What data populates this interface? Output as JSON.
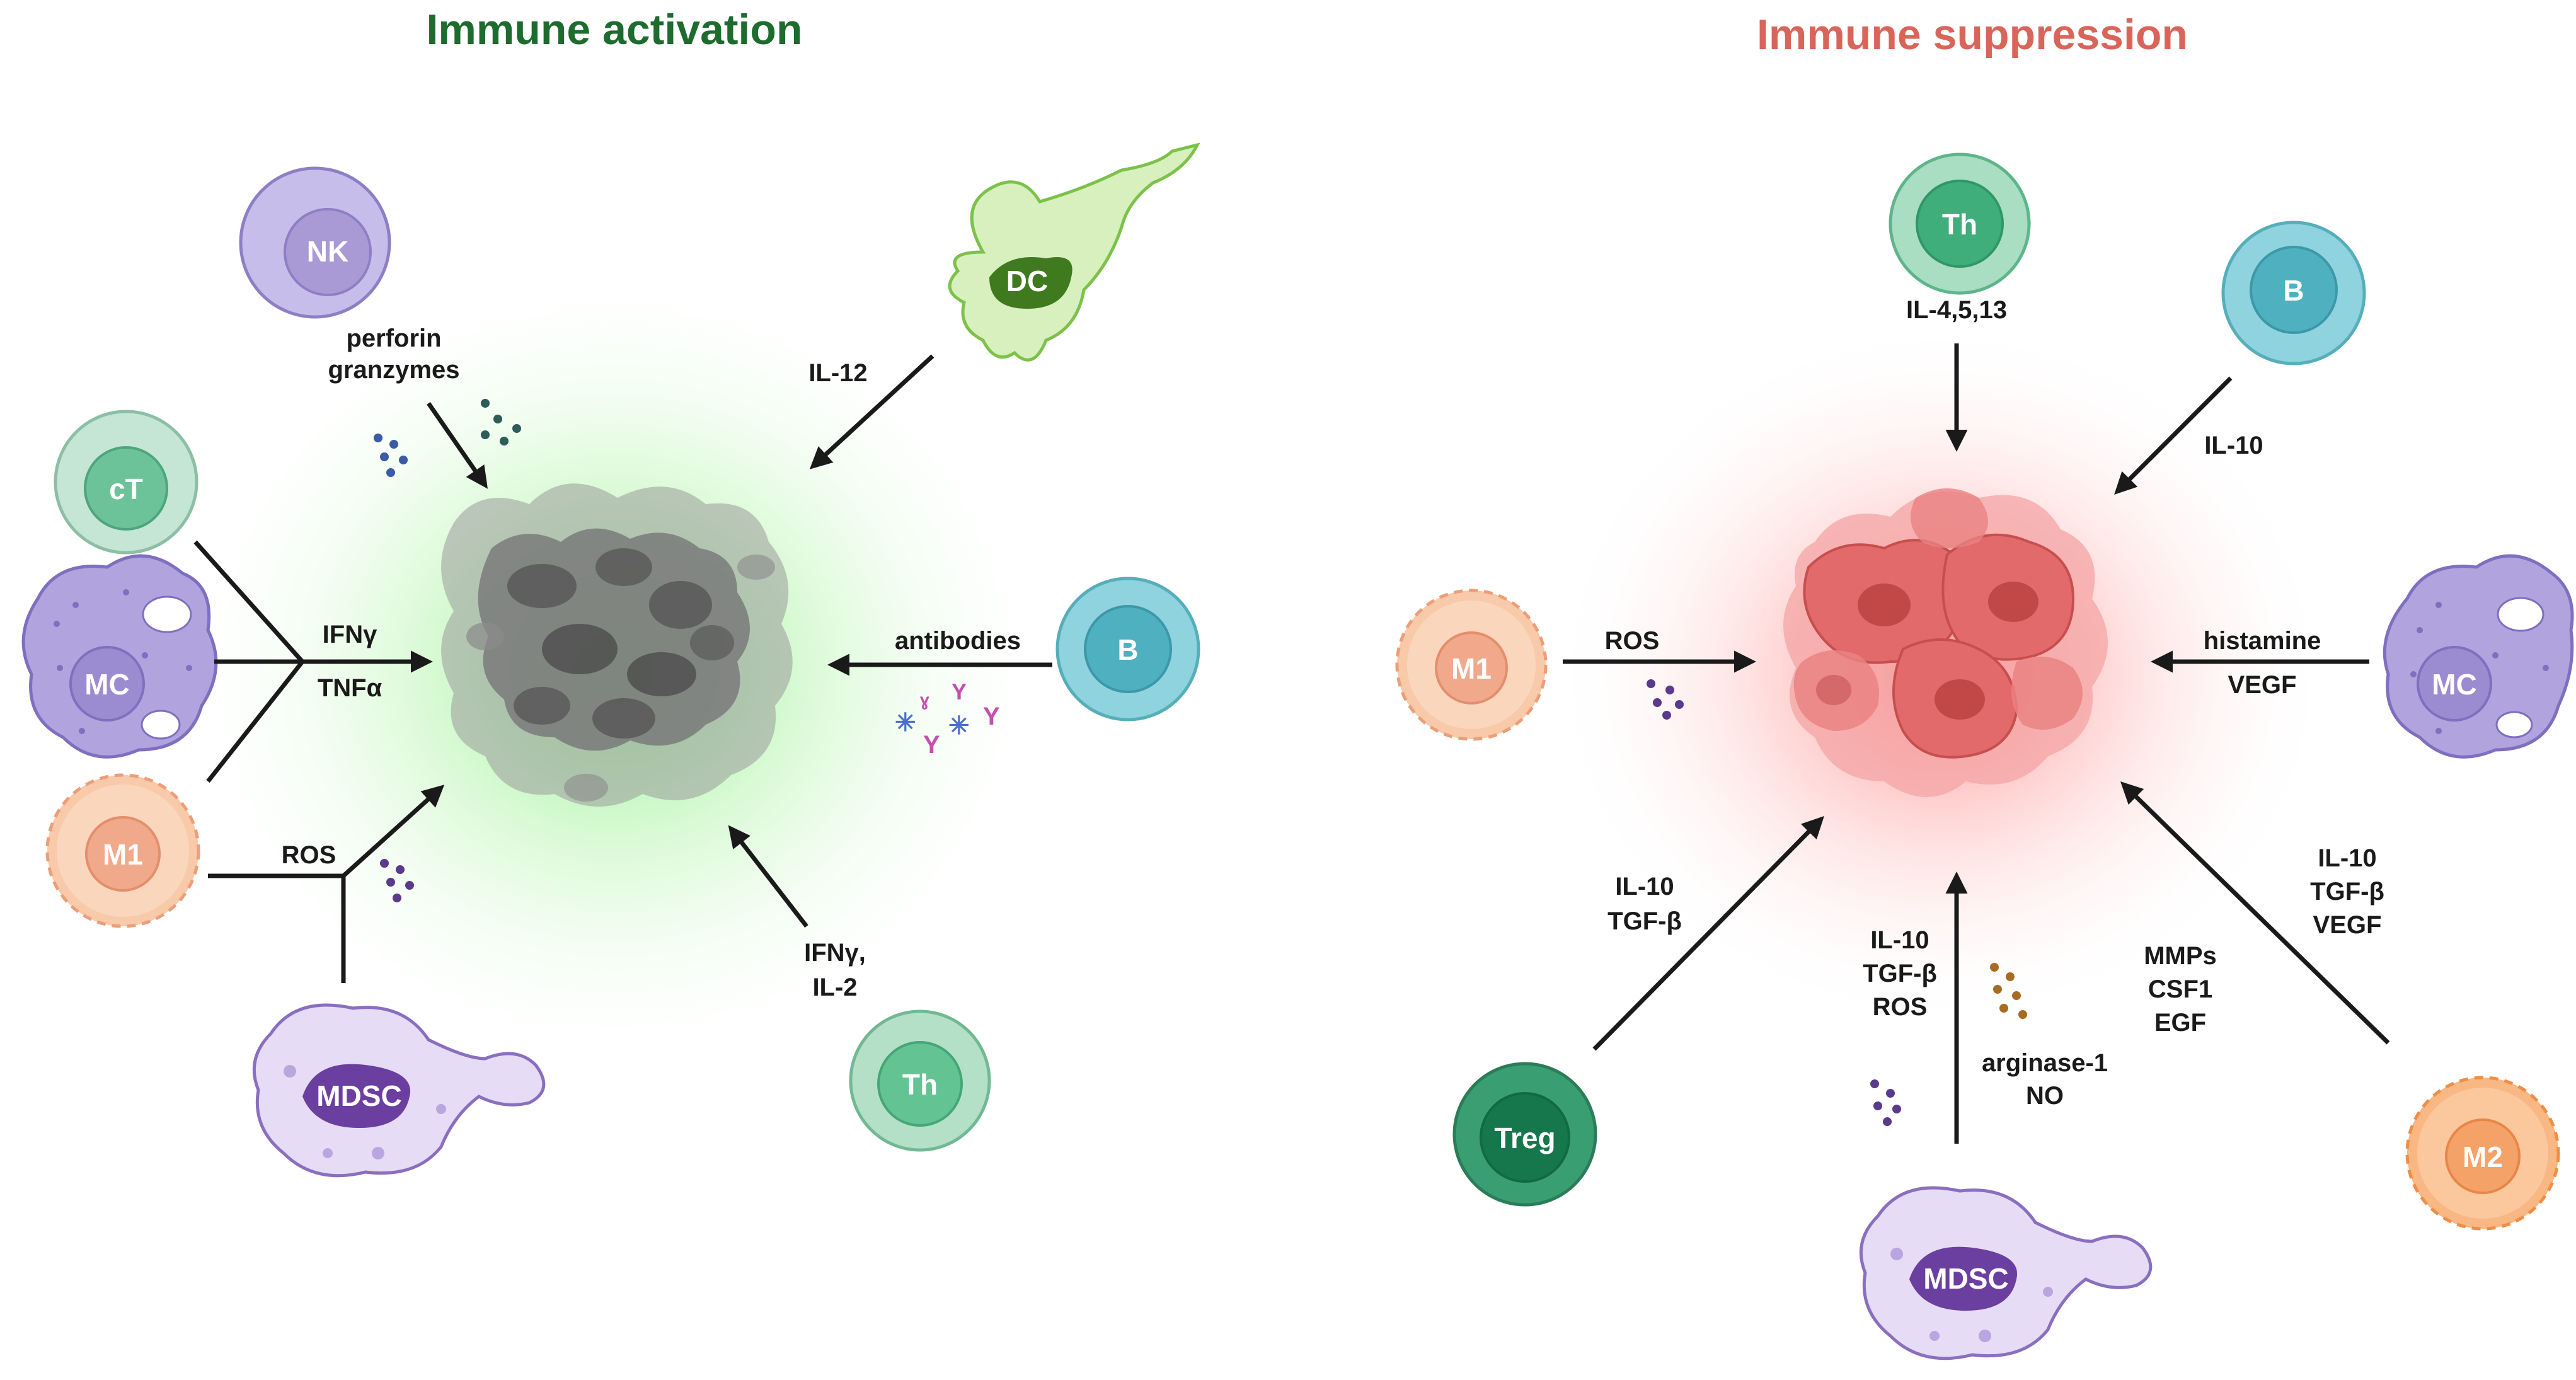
{
  "panels": {
    "activation": {
      "title": "Immune activation",
      "title_color": "#1e6b2e",
      "cells": {
        "nk": "NK",
        "ct": "cT",
        "mc": "MC",
        "m1": "M1",
        "mdsc": "MDSC",
        "dc": "DC",
        "b": "B",
        "th": "Th"
      },
      "labels": {
        "perforin": "perforin",
        "granzymes": "granzymes",
        "il12": "IL-12",
        "ifng": "IFNγ",
        "tnfa": "TNFα",
        "antibodies": "antibodies",
        "ros": "ROS",
        "ifng_il2_a": "IFNγ,",
        "ifng_il2_b": "IL-2"
      }
    },
    "suppression": {
      "title": "Immune suppression",
      "title_color": "#d9655a",
      "cells": {
        "th": "Th",
        "b": "B",
        "m1": "M1",
        "mc": "MC",
        "treg": "Treg",
        "mdsc": "MDSC",
        "m2": "M2"
      },
      "labels": {
        "il4513": "IL-4,5,13",
        "il10_b": "IL-10",
        "ros": "ROS",
        "histamine": "histamine",
        "vegf_mc": "VEGF",
        "treg_1": "IL-10",
        "treg_2": "TGF-β",
        "mdsc_1": "IL-10",
        "mdsc_2": "TGF-β",
        "mdsc_3": "ROS",
        "arg_1": "arginase-1",
        "arg_2": "NO",
        "m2a_1": "IL-10",
        "m2a_2": "TGF-β",
        "m2a_3": "VEGF",
        "m2b_1": "MMPs",
        "m2b_2": "CSF1",
        "m2b_3": "EGF"
      }
    }
  },
  "colors": {
    "nk": "#a99ad6",
    "ct": "#8fd0b0",
    "mc": "#9b8bd0",
    "m1": "#f4b89c",
    "mdsc": "#6b3fa0",
    "dc": "#9bd36a",
    "b": "#6cc3d1",
    "th": "#63c392",
    "treg": "#1f8a5c",
    "m2": "#f6a25f",
    "dead_tumor": "#6e6e6e",
    "live_tumor": "#e0595a"
  }
}
